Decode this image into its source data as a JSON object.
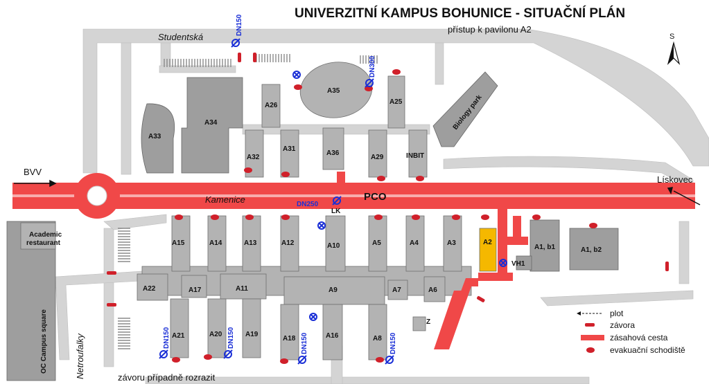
{
  "title": "UNIVERZITNÍ KAMPUS BOHUNICE - SITUAČNÍ PLÁN",
  "subtitle": "přístup k pavilonu A2",
  "north_label": "S",
  "streets": {
    "studentska": "Studentská",
    "kamenice": "Kamenice",
    "bvv": "BVV",
    "liskovec": "Lískovec",
    "netroufalky": "Netroufalky"
  },
  "places": {
    "academic_restaurant_line1": "Academic",
    "academic_restaurant_line2": "restaurant",
    "oc_campus_square": "OC Campus square",
    "biology_park": "Biology park",
    "pco": "PCO",
    "lk": "LK",
    "vh1": "VH1",
    "z": "Z",
    "note": "závoru případně rozrazit"
  },
  "highlight_color": "#f5b800",
  "route_color": "#f04848",
  "pipe_color": "#1a2fd6",
  "buildings": [
    "A34",
    "A33",
    "A26",
    "A35",
    "A25",
    "A32",
    "A31",
    "A36",
    "A29",
    "INBIT",
    "A15",
    "A14",
    "A13",
    "A12",
    "A10",
    "A5",
    "A4",
    "A3",
    "A2",
    "A1, b1",
    "A1, b2",
    "A22",
    "A17",
    "A11",
    "A9",
    "A7",
    "A6",
    "A21",
    "A20",
    "A19",
    "A18",
    "A16",
    "A8"
  ],
  "pipes": [
    "DN150",
    "DN300",
    "DN250",
    "DN150",
    "DN150",
    "DN150",
    "DN150"
  ],
  "legend": {
    "plot": "plot",
    "zavora": "závora",
    "zasahova_cesta": "zásahová cesta",
    "evakuacni_schodiste": "evakuační schodiště"
  }
}
